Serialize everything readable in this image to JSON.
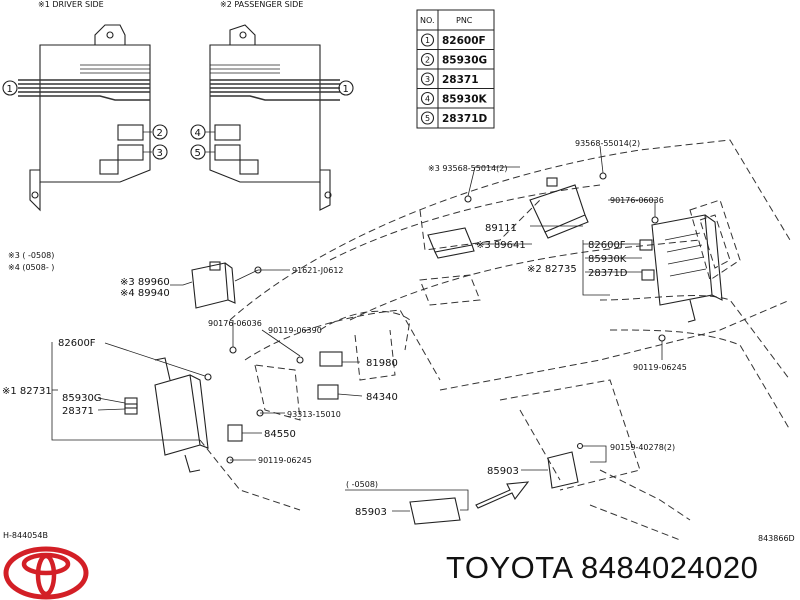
{
  "header": {
    "driver_side": "※1 DRIVER SIDE",
    "passenger_side": "※2 PASSENGER SIDE"
  },
  "pnc_table": {
    "col_no": "NO.",
    "col_pnc": "PNC",
    "rows": [
      {
        "no": "1",
        "pnc": "82600F"
      },
      {
        "no": "2",
        "pnc": "85930G"
      },
      {
        "no": "3",
        "pnc": "28371"
      },
      {
        "no": "4",
        "pnc": "85930K"
      },
      {
        "no": "5",
        "pnc": "28371D"
      }
    ]
  },
  "callouts": {
    "c1": "1",
    "c2": "2",
    "c3": "3",
    "c4": "4",
    "c5": "5"
  },
  "notes": {
    "n3": "※3 (    -0508)",
    "n4": "※4 (0508-    )",
    "n_0508": "(    -0508)"
  },
  "labels": {
    "p93568_a": "※3 93568-55014(2)",
    "p93568_b": "93568-55014(2)",
    "p89111": "89111",
    "p89641": "※3 89641",
    "p90176_a": "90176-06036",
    "p82600F_a": "82600F",
    "p82735": "※2 82735",
    "p85930K": "85930K",
    "p28371D": "28371D",
    "p89960": "※3 89960",
    "p89940": "※4 89940",
    "p91621": "91621-J0612",
    "p90176_b": "90176-06036",
    "p90119_a": "90119-06390",
    "p82600F_b": "82600F",
    "p81980": "81980",
    "p82731": "※1 82731",
    "p85930G": "85930G",
    "p28371": "28371",
    "p84340": "84340",
    "p93313": "93313-15010",
    "p84550": "84550",
    "p90119_b": "90119-06245",
    "p90119_c": "90119-06245",
    "p90159": "90159-40278(2)",
    "p85903_a": "85903",
    "p85903_b": "85903"
  },
  "footer": {
    "code_left": "H-844054B",
    "code_right": "843866D",
    "brand": "TOYOTA 8484024020"
  }
}
